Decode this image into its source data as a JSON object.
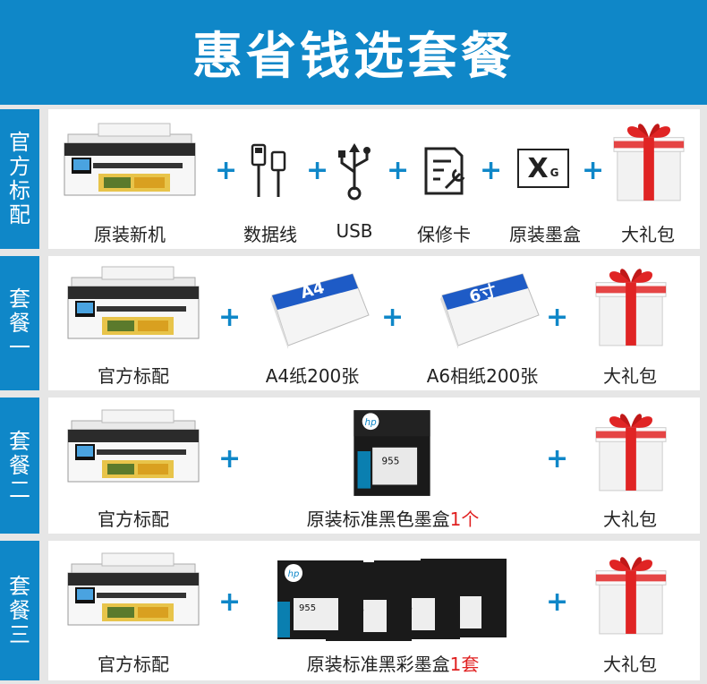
{
  "banner": {
    "title": "惠省钱选套餐"
  },
  "colors": {
    "accent": "#0f87c8",
    "highlight": "#e02020"
  },
  "sections": [
    {
      "tag": "官方标配",
      "items": [
        "原装新机",
        "数据线",
        "USB",
        "保修卡",
        "原装墨盒",
        "大礼包"
      ],
      "plus": "+",
      "xg_box": {
        "x": "X",
        "g": "G"
      }
    },
    {
      "tag": "套餐一",
      "items": [
        "官方标配",
        "A4纸200张",
        "A6相纸200张",
        "大礼包"
      ],
      "paper_labels": [
        "A4",
        "6寸"
      ],
      "plus": "+"
    },
    {
      "tag": "套餐二",
      "items": [
        "官方标配",
        "原装标准黑色墨盒",
        "大礼包"
      ],
      "count": "1个",
      "ink_model": "955",
      "ink_brand": "hp",
      "plus": "+"
    },
    {
      "tag": "套餐三",
      "items": [
        "官方标配",
        "原装标准黑彩墨盒",
        "大礼包"
      ],
      "count": "1套",
      "ink_model": "955",
      "ink_brand": "hp",
      "plus": "+"
    }
  ]
}
